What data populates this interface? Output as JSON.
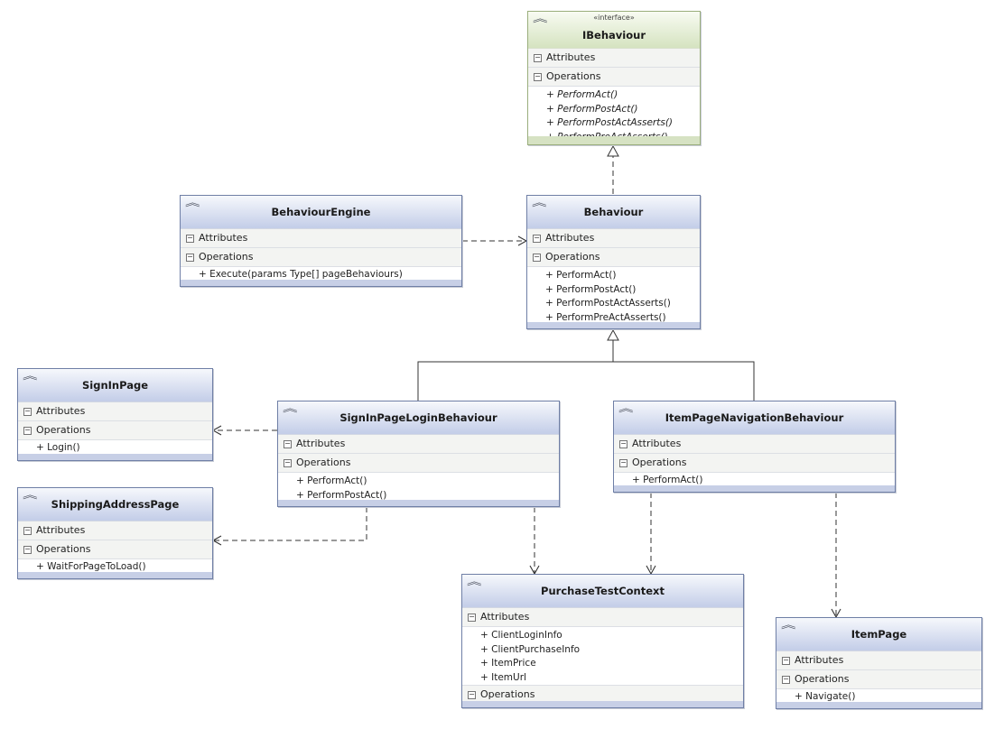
{
  "classes": {
    "ibehaviour": {
      "stereotype": "«interface»",
      "name": "IBehaviour",
      "attributes_label": "Attributes",
      "operations_label": "Operations",
      "operations": [
        "+ PerformAct()",
        "+ PerformPostAct()",
        "+ PerformPostActAsserts()",
        "+ PerformPreActAsserts()"
      ]
    },
    "behaviour_engine": {
      "name": "BehaviourEngine",
      "attributes_label": "Attributes",
      "operations_label": "Operations",
      "operations": [
        "+ Execute(params Type[] pageBehaviours)"
      ]
    },
    "behaviour": {
      "name": "Behaviour",
      "attributes_label": "Attributes",
      "operations_label": "Operations",
      "operations": [
        "+ PerformAct()",
        "+ PerformPostAct()",
        "+ PerformPostActAsserts()",
        "+ PerformPreActAsserts()"
      ]
    },
    "sign_in_page": {
      "name": "SignInPage",
      "attributes_label": "Attributes",
      "operations_label": "Operations",
      "operations": [
        "+ Login()"
      ]
    },
    "sign_in_page_login_behaviour": {
      "name": "SignInPageLoginBehaviour",
      "attributes_label": "Attributes",
      "operations_label": "Operations",
      "operations": [
        "+ PerformAct()",
        "+ PerformPostAct()"
      ]
    },
    "item_page_navigation_behaviour": {
      "name": "ItemPageNavigationBehaviour",
      "attributes_label": "Attributes",
      "operations_label": "Operations",
      "operations": [
        "+ PerformAct()"
      ]
    },
    "shipping_address_page": {
      "name": "ShippingAddressPage",
      "attributes_label": "Attributes",
      "operations_label": "Operations",
      "operations": [
        "+ WaitForPageToLoad()"
      ]
    },
    "purchase_test_context": {
      "name": "PurchaseTestContext",
      "attributes_label": "Attributes",
      "attributes": [
        "+ ClientLoginInfo",
        "+ ClientPurchaseInfo",
        "+ ItemPrice",
        "+ ItemUrl"
      ],
      "operations_label": "Operations"
    },
    "item_page": {
      "name": "ItemPage",
      "attributes_label": "Attributes",
      "operations_label": "Operations",
      "operations": [
        "+ Navigate()"
      ]
    }
  },
  "icons": {
    "collapse": "double-chevron-up-icon",
    "section_toggle": "minus-box-icon"
  },
  "colors": {
    "class_header": "#c3cde8",
    "interface_header": "#d5e3c0",
    "border": "#6f7fa6",
    "connector": "#333333"
  }
}
